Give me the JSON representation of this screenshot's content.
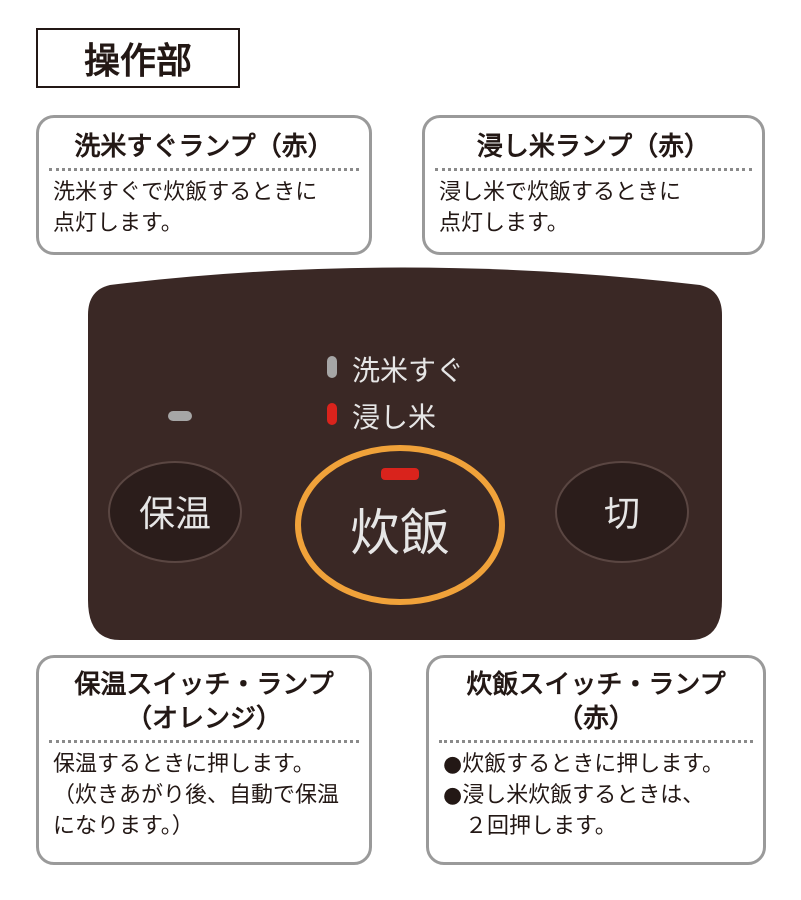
{
  "title": "操作部",
  "cards": {
    "senmai_lamp": {
      "heading": "洗米すぐランプ（赤）",
      "lines": [
        "洗米すぐで炊飯するときに",
        "点灯します。"
      ]
    },
    "hitashi_lamp": {
      "heading": "浸し米ランプ（赤）",
      "lines": [
        "浸し米で炊飯するときに",
        "点灯します。"
      ]
    },
    "hoon_switch": {
      "heading_lines": [
        "保温スイッチ・ランプ",
        "（オレンジ）"
      ],
      "lines": [
        "保温するときに押します。",
        "（炊きあがり後、自動で保温",
        "になります。）"
      ]
    },
    "suihan_switch": {
      "heading_lines": [
        "炊飯スイッチ・ランプ",
        "（赤）"
      ],
      "lines": [
        "●炊飯するときに押します。",
        "●浸し米炊飯するときは、",
        "　２回押します。"
      ]
    }
  },
  "panel": {
    "indicator_senmai": "洗米すぐ",
    "indicator_hitashi": "浸し米",
    "button_hoon": "保温",
    "button_suihan": "炊飯",
    "button_off": "切",
    "colors": {
      "panel": "#3a2825",
      "lamp_red": "#d9231c",
      "lamp_gray": "#a6a6a6",
      "ring_orange": "#f0a23a"
    }
  }
}
